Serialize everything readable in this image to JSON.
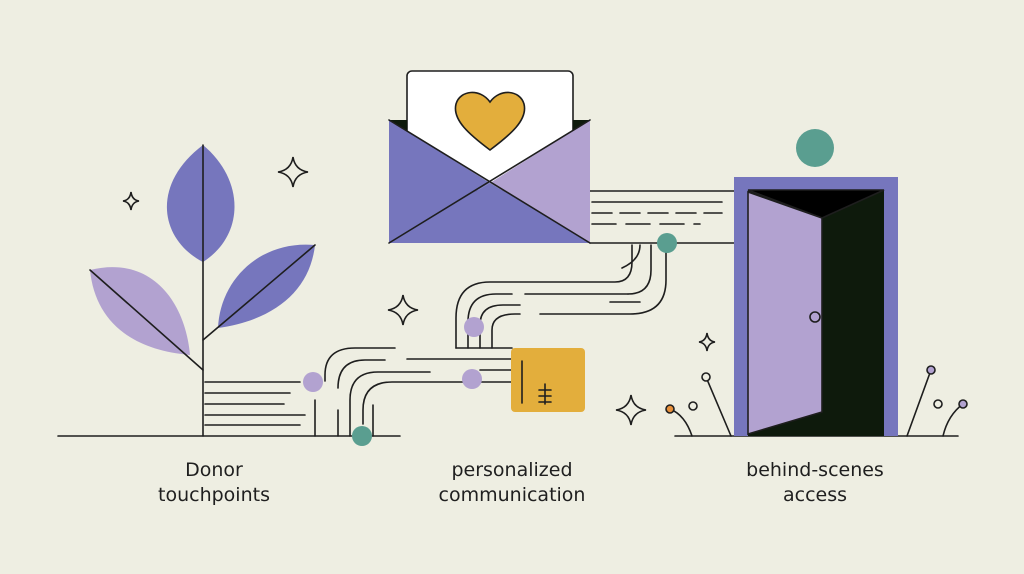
{
  "labels": {
    "donor": [
      "Donor",
      "touchpoints"
    ],
    "communication": [
      "personalized",
      "communication"
    ],
    "access": [
      "behind-scenes",
      "access"
    ]
  },
  "colors": {
    "background": "#eeeee2",
    "purple": "#7676bd",
    "lavender": "#b2a2d0",
    "gold": "#e3ae3c",
    "teal": "#5a9e90",
    "ink": "#1e1e1e",
    "dark": "#0e1a0c",
    "orange": "#e8903a"
  }
}
